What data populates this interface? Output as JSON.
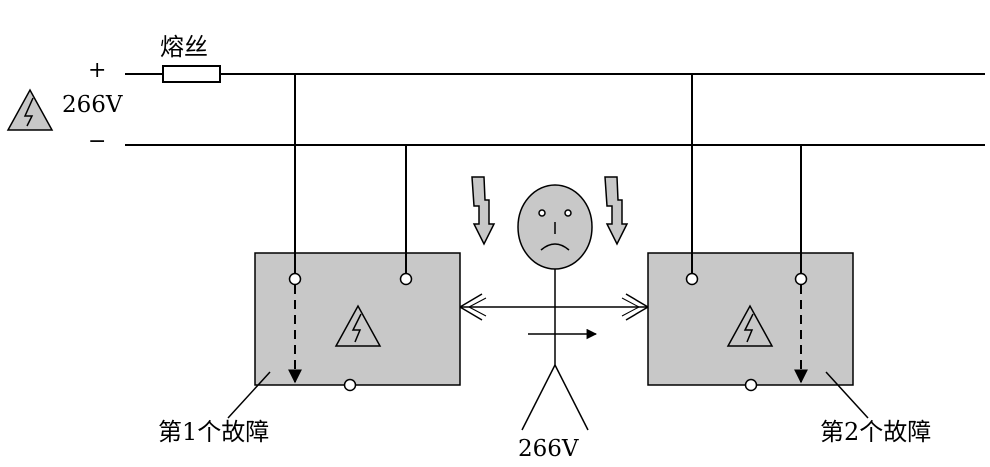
{
  "labels": {
    "fuse": "熔丝",
    "plus": "+",
    "minus": "−",
    "source_voltage": "266V",
    "person_voltage": "266V",
    "fault_1": "第1个故障",
    "fault_2": "第2个故障"
  },
  "colors": {
    "line": "#000000",
    "box_fill": "#c8c8c8",
    "face_fill": "#c8c8c8",
    "bolt_fill": "#c8c8c8",
    "background": "#ffffff"
  },
  "icons": [
    "warning-triangle-icon",
    "lightning-arrow-icon",
    "sad-face"
  ]
}
